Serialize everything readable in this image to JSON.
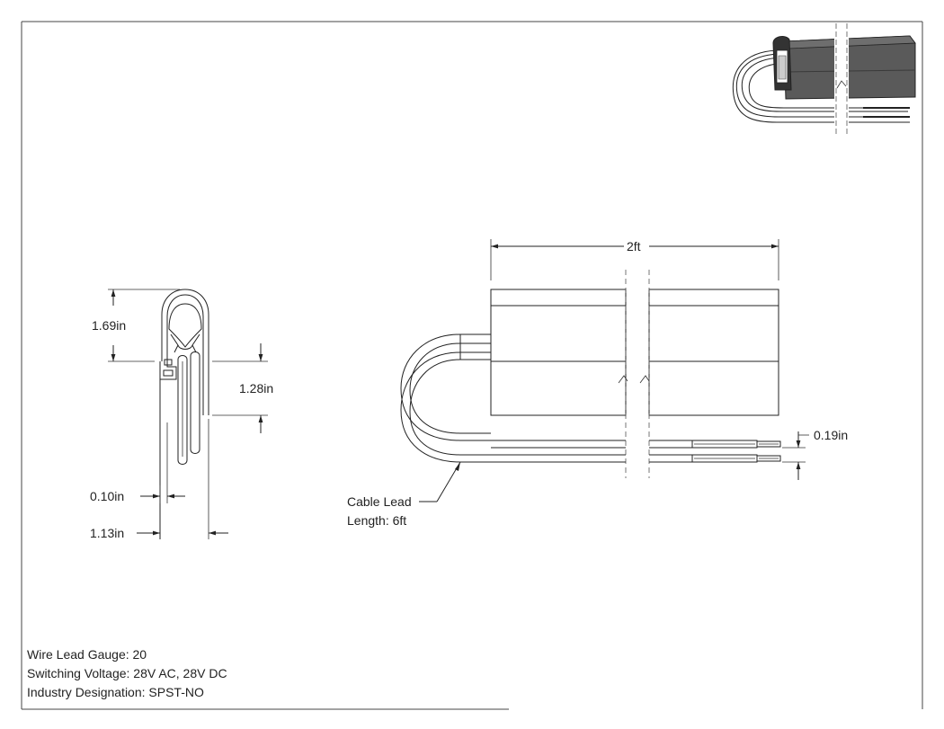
{
  "dimensions": {
    "height_overall": "1.69in",
    "height_lower": "1.28in",
    "wall_thickness": "0.10in",
    "width_overall": "1.13in",
    "length": "2ft",
    "lead_spacing": "0.19in"
  },
  "callout": {
    "line1": "Cable Lead",
    "line2": "Length: 6ft"
  },
  "specs": [
    "Wire Lead Gauge: 20",
    "Switching Voltage: 28V AC, 28V DC",
    "Industry Designation: SPST-NO"
  ],
  "colors": {
    "line": "#222222",
    "iso_body": "#555555",
    "iso_body_dark": "#4a4a4a",
    "iso_body_light": "#6a6a6a"
  }
}
